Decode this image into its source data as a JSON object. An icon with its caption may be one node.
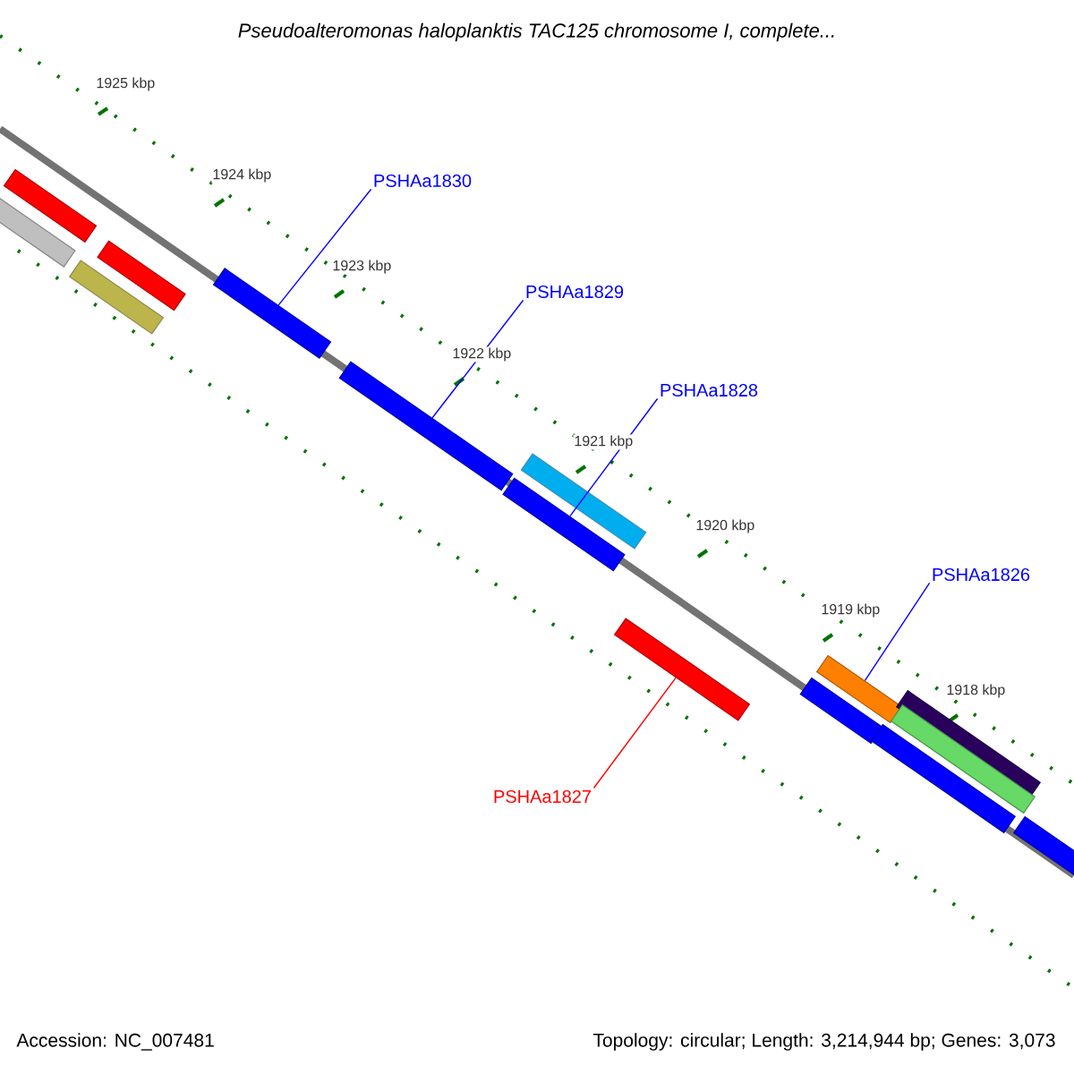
{
  "diagram": {
    "title": "Pseudoalteromonas haloplanktis TAC125 chromosome I, complete...",
    "nodes": [
      {
        "text": [
          "PSHAa1830"
        ]
      },
      {
        "text": [
          "PSHAa1829"
        ]
      },
      {
        "text": [
          "PSHAa1828"
        ]
      },
      {
        "text": [
          "PSHAa1826"
        ]
      },
      {
        "text": [
          "PSHAa1827"
        ]
      },
      {
        "text": [],
        "shape": "bar"
      },
      {
        "text": [],
        "shape": "bar"
      },
      {
        "text": [],
        "shape": "bar"
      },
      {
        "text": [],
        "shape": "bar"
      },
      {
        "text": [],
        "shape": "bar"
      },
      {
        "text": [],
        "shape": "bar"
      },
      {
        "text": [],
        "shape": "bar"
      },
      {
        "text": [],
        "shape": "bar"
      },
      {
        "text": [],
        "shape": "bar"
      },
      {
        "text": [],
        "shape": "bar"
      },
      {
        "text": [],
        "shape": "bar"
      },
      {
        "text": [],
        "shape": "bar"
      },
      {
        "text": [],
        "shape": "bar"
      },
      {
        "text": [],
        "shape": "bar"
      },
      {
        "text": [],
        "shape": "bar"
      }
    ],
    "edges": [
      {
        "from": 0,
        "to": 9,
        "arrow": "none"
      },
      {
        "from": 1,
        "to": 10,
        "arrow": "none"
      },
      {
        "from": 2,
        "to": 11,
        "arrow": "none"
      },
      {
        "from": 3,
        "to": 14,
        "arrow": "none"
      },
      {
        "from": 4,
        "to": 13,
        "arrow": "none",
        "color": "#ff0000"
      }
    ],
    "labels": [
      "1925 kbp",
      "1924 kbp",
      "1923 kbp",
      "1922 kbp",
      "1921 kbp",
      "1920 kbp",
      "1919 kbp",
      "1918 kbp",
      "Accession: NC_007481",
      "Topology: circular; Length: 3,214,944 bp; Genes: 3,073"
    ]
  }
}
